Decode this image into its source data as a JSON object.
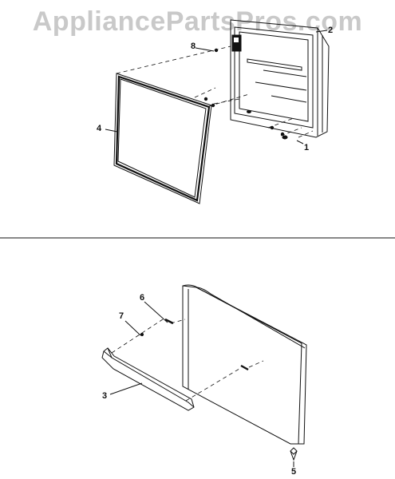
{
  "watermark": "AppliancePartsPros.com",
  "callouts": {
    "c1": "1",
    "c2": "2",
    "c3": "3",
    "c4": "4",
    "c5": "5",
    "c6": "6",
    "c7": "7",
    "c8": "8"
  }
}
